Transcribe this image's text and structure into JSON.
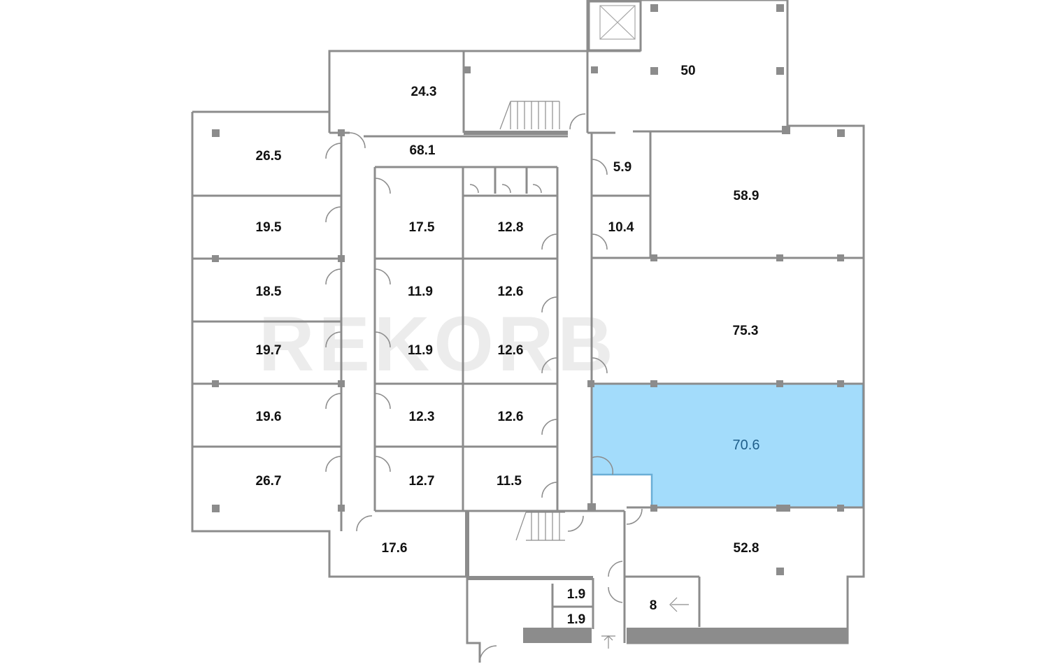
{
  "watermark": "REKORB",
  "highlight_color": "#a3dcfb",
  "highlight_border": "#6aaed6",
  "rooms": [
    {
      "id": "r50",
      "area": "50"
    },
    {
      "id": "r24_3",
      "area": "24.3"
    },
    {
      "id": "r26_5",
      "area": "26.5"
    },
    {
      "id": "r68_1",
      "area": "68.1"
    },
    {
      "id": "r5_9",
      "area": "5.9"
    },
    {
      "id": "r58_9",
      "area": "58.9"
    },
    {
      "id": "r19_5",
      "area": "19.5"
    },
    {
      "id": "r17_5",
      "area": "17.5"
    },
    {
      "id": "r12_8",
      "area": "12.8"
    },
    {
      "id": "r10_4",
      "area": "10.4"
    },
    {
      "id": "r18_5",
      "area": "18.5"
    },
    {
      "id": "r11_9a",
      "area": "11.9"
    },
    {
      "id": "r12_6a",
      "area": "12.6"
    },
    {
      "id": "r75_3",
      "area": "75.3"
    },
    {
      "id": "r19_7",
      "area": "19.7"
    },
    {
      "id": "r11_9b",
      "area": "11.9"
    },
    {
      "id": "r12_6b",
      "area": "12.6"
    },
    {
      "id": "r19_6",
      "area": "19.6"
    },
    {
      "id": "r12_3",
      "area": "12.3"
    },
    {
      "id": "r12_6c",
      "area": "12.6"
    },
    {
      "id": "r70_6",
      "area": "70.6",
      "selected": true
    },
    {
      "id": "r26_7",
      "area": "26.7"
    },
    {
      "id": "r12_7",
      "area": "12.7"
    },
    {
      "id": "r11_5",
      "area": "11.5"
    },
    {
      "id": "r17_6",
      "area": "17.6"
    },
    {
      "id": "r52_8",
      "area": "52.8"
    },
    {
      "id": "r1_9a",
      "area": "1.9"
    },
    {
      "id": "r1_9b",
      "area": "1.9"
    },
    {
      "id": "r8",
      "area": "8"
    }
  ]
}
